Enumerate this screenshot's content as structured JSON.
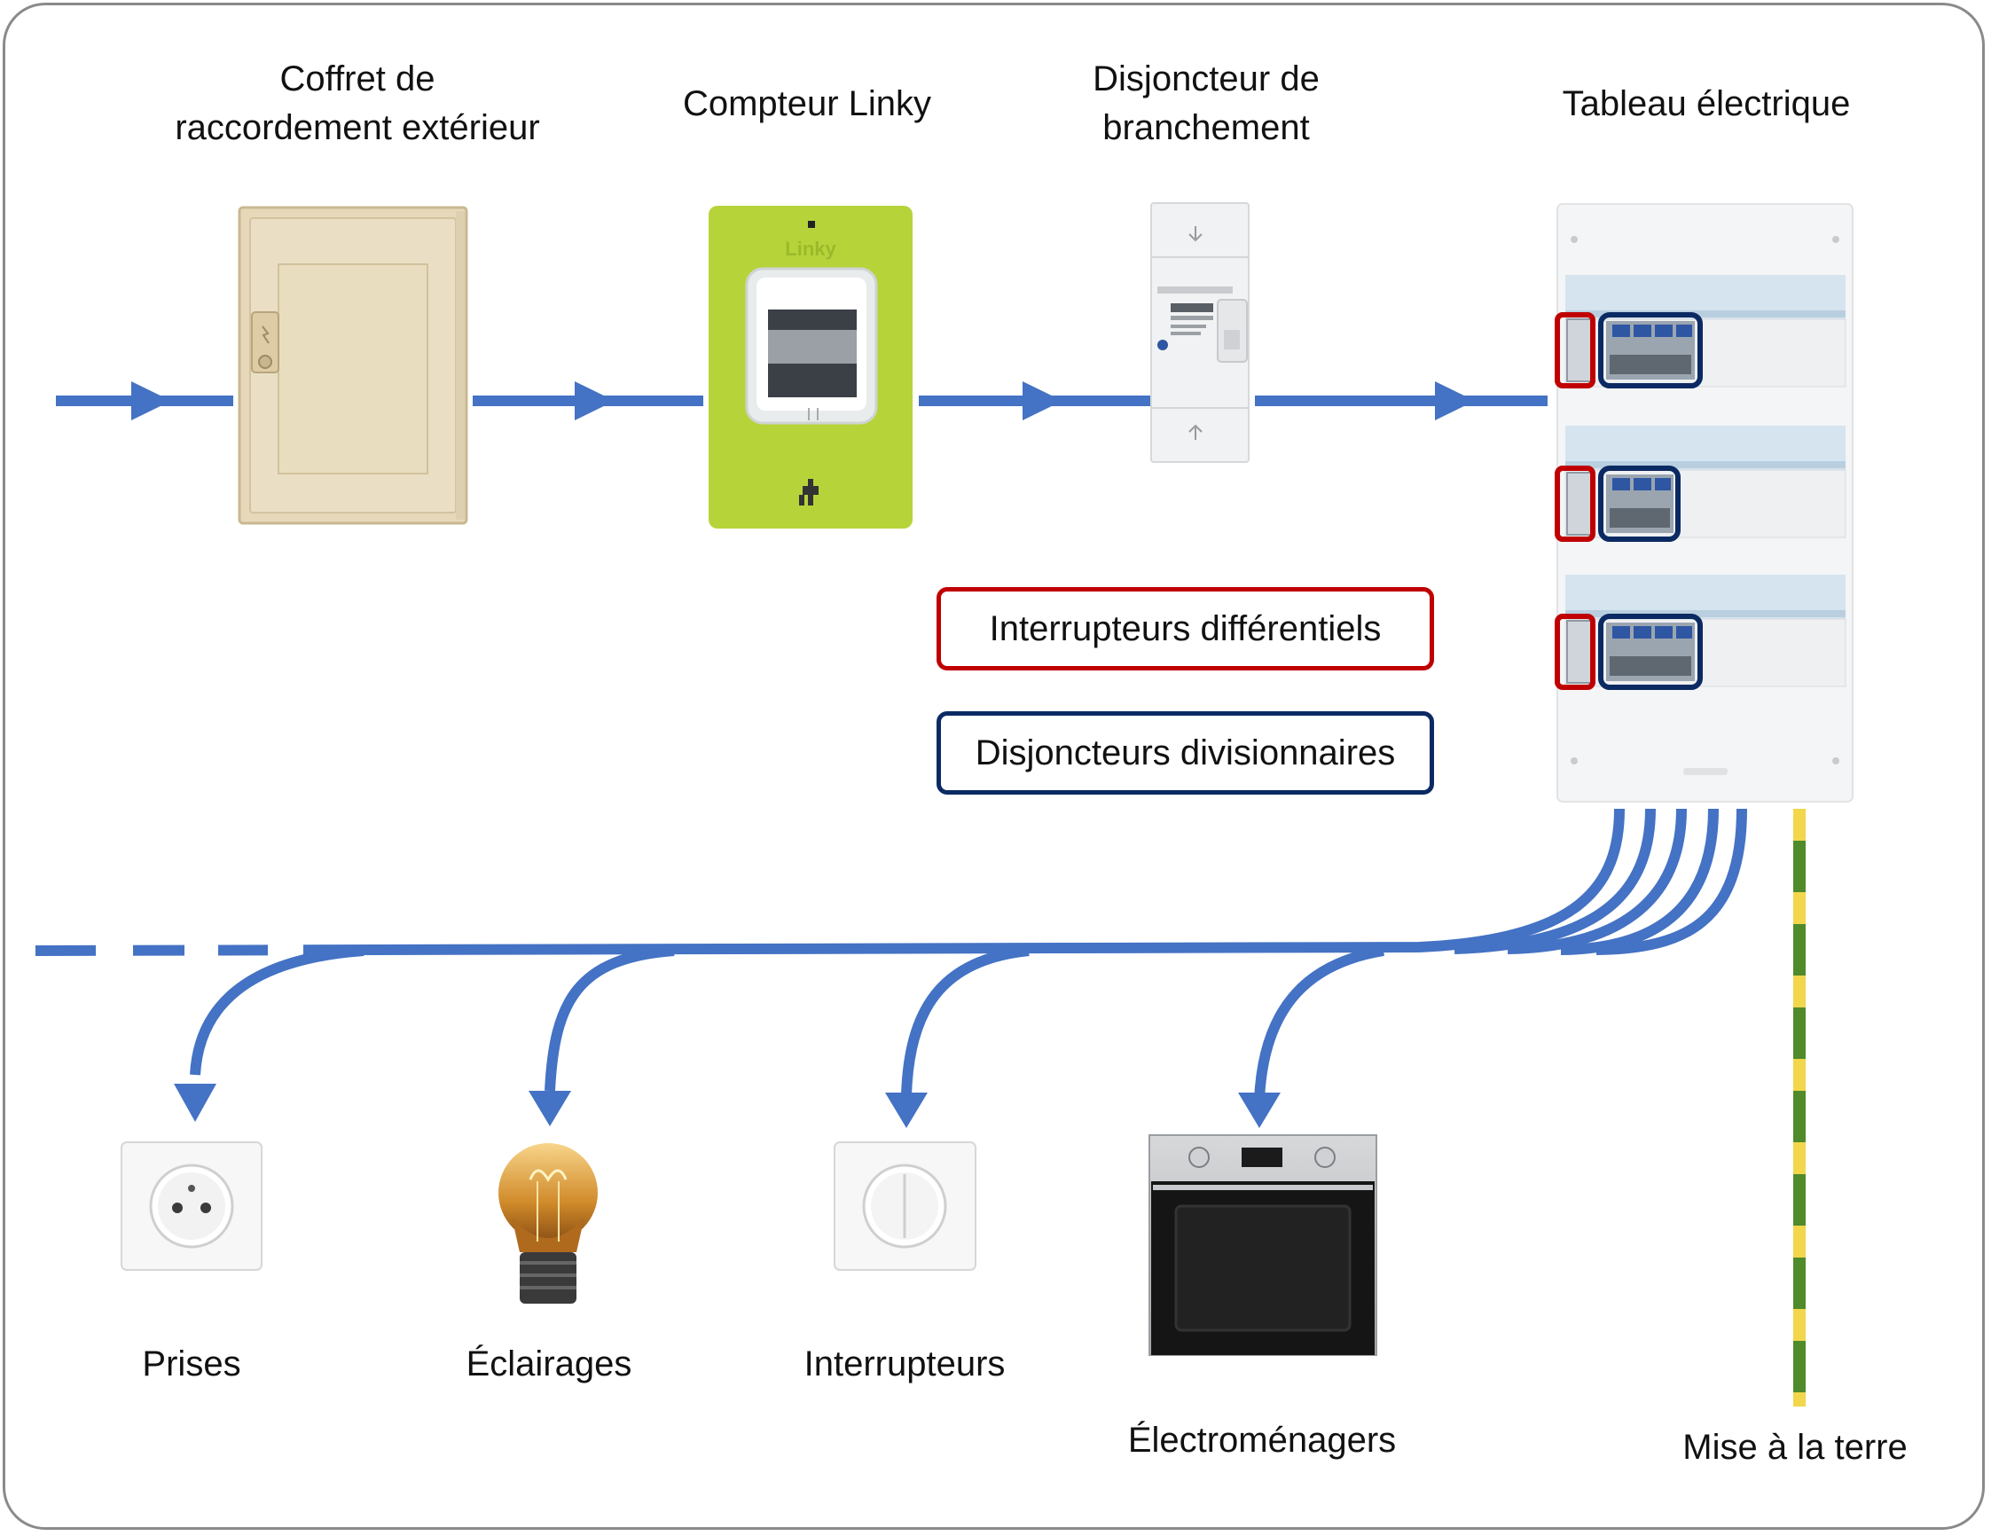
{
  "diagram": {
    "top_chain": [
      {
        "key": "coffret",
        "label_lines": [
          "Coffret de",
          "raccordement extérieur"
        ]
      },
      {
        "key": "linky",
        "label_lines": [
          "Compteur Linky"
        ],
        "brand_text": "Linky"
      },
      {
        "key": "disjoncteur",
        "label_lines": [
          "Disjoncteur de",
          "branchement"
        ]
      },
      {
        "key": "tableau",
        "label_lines": [
          "Tableau électrique"
        ]
      }
    ],
    "legend": {
      "differential": {
        "label": "Interrupteurs différentiels",
        "color": "#c00000"
      },
      "divisional": {
        "label": "Disjoncteurs divisionnaires",
        "color": "#0b2a63"
      }
    },
    "outputs": [
      {
        "key": "prises",
        "label": "Prises",
        "icon": "socket-icon"
      },
      {
        "key": "eclairages",
        "label": "Éclairages",
        "icon": "bulb-icon"
      },
      {
        "key": "interrupteurs",
        "label": "Interrupteurs",
        "icon": "switch-icon"
      },
      {
        "key": "electromenagers",
        "label": "Électroménagers",
        "icon": "oven-icon"
      }
    ],
    "earth": {
      "label": "Mise à la terre",
      "colors": [
        "#f2d64b",
        "#4f8a2b"
      ]
    },
    "wire_color": "#4472c4"
  }
}
